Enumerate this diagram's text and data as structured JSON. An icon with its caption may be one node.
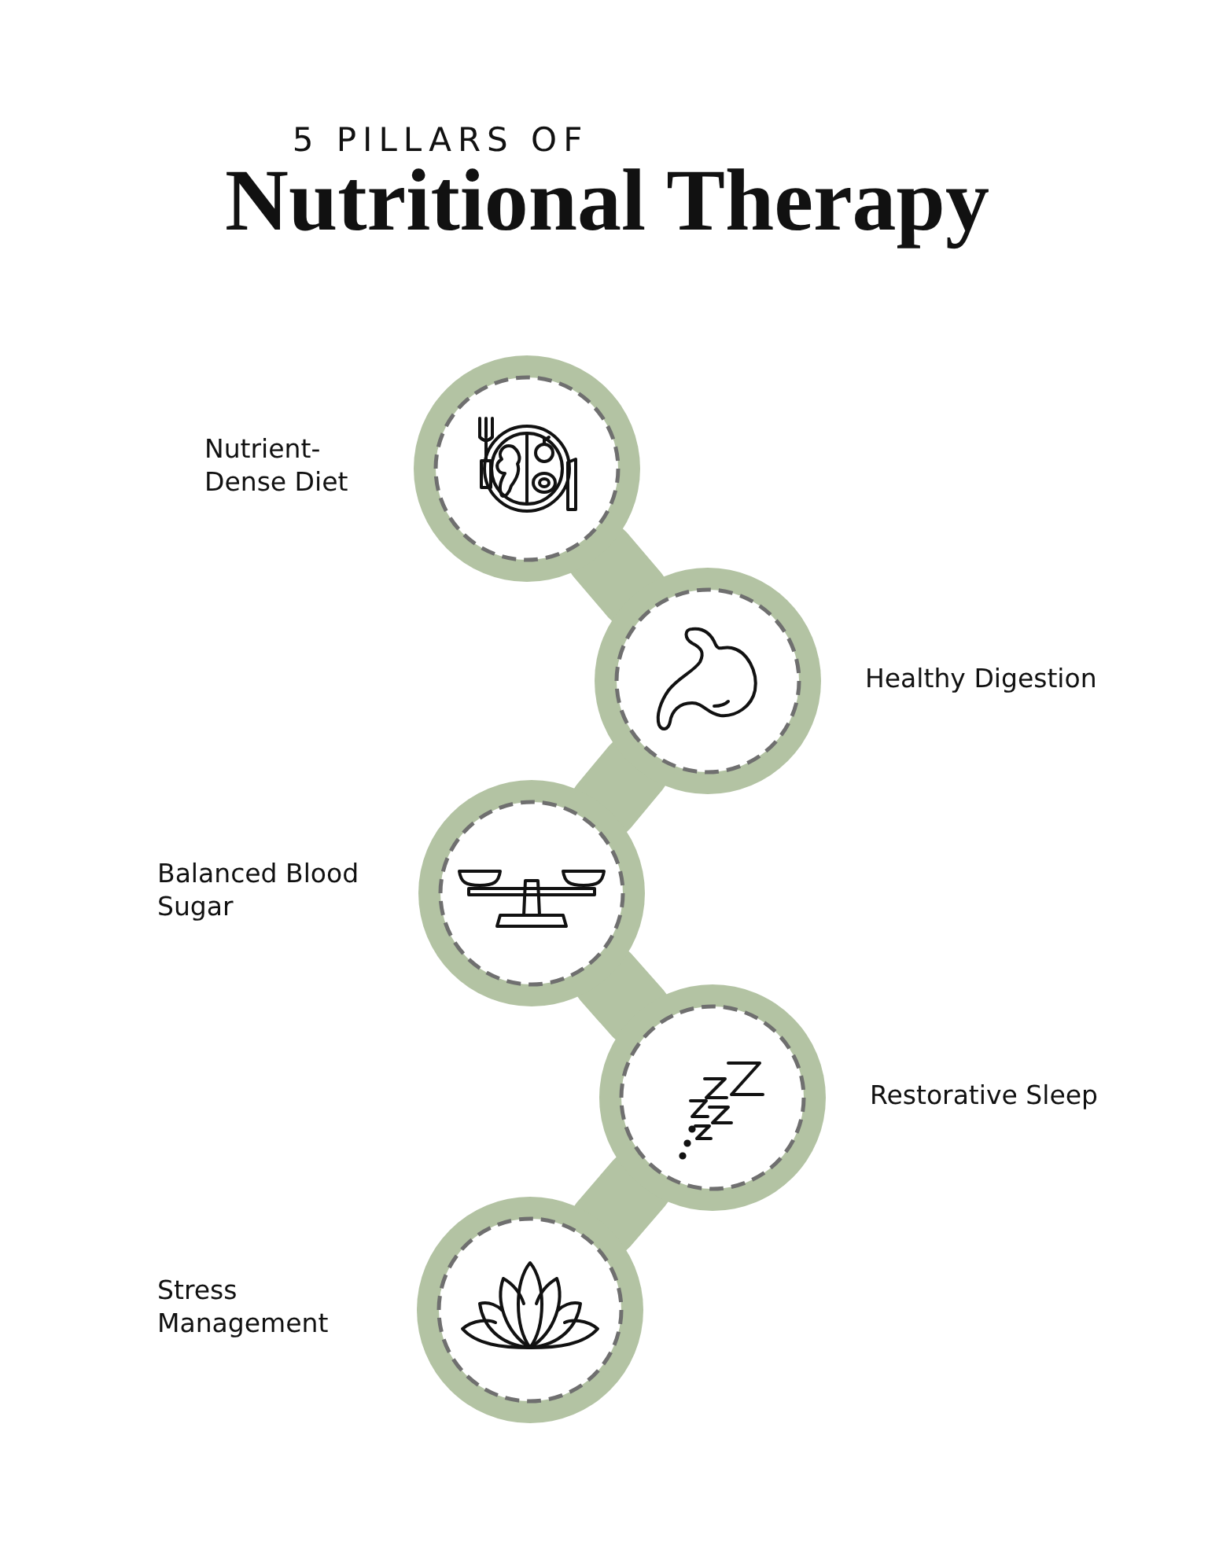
{
  "diagram": {
    "title": "Nutritional Therapy",
    "nodes": [
      {
        "text": [],
        "shape": "circle",
        "beside": [
          "Nutrient- Dense Diet"
        ]
      },
      {
        "text": [],
        "shape": "circle",
        "beside": [
          "Healthy Digestion"
        ]
      },
      {
        "text": [],
        "shape": "circle",
        "beside": [
          "Balanced Blood Sugar"
        ]
      },
      {
        "text": [],
        "shape": "circle",
        "beside": [
          "Restorative Sleep"
        ]
      },
      {
        "text": [],
        "shape": "circle",
        "beside": [
          "Stress Management"
        ]
      }
    ],
    "edges": [
      {
        "from": 0,
        "to": 1,
        "arrow": "none"
      },
      {
        "from": 1,
        "to": 2,
        "arrow": "none"
      },
      {
        "from": 2,
        "to": 3,
        "arrow": "none"
      },
      {
        "from": 3,
        "to": 4,
        "arrow": "none"
      }
    ],
    "labels": [
      "5 PILLARS OF"
    ]
  }
}
